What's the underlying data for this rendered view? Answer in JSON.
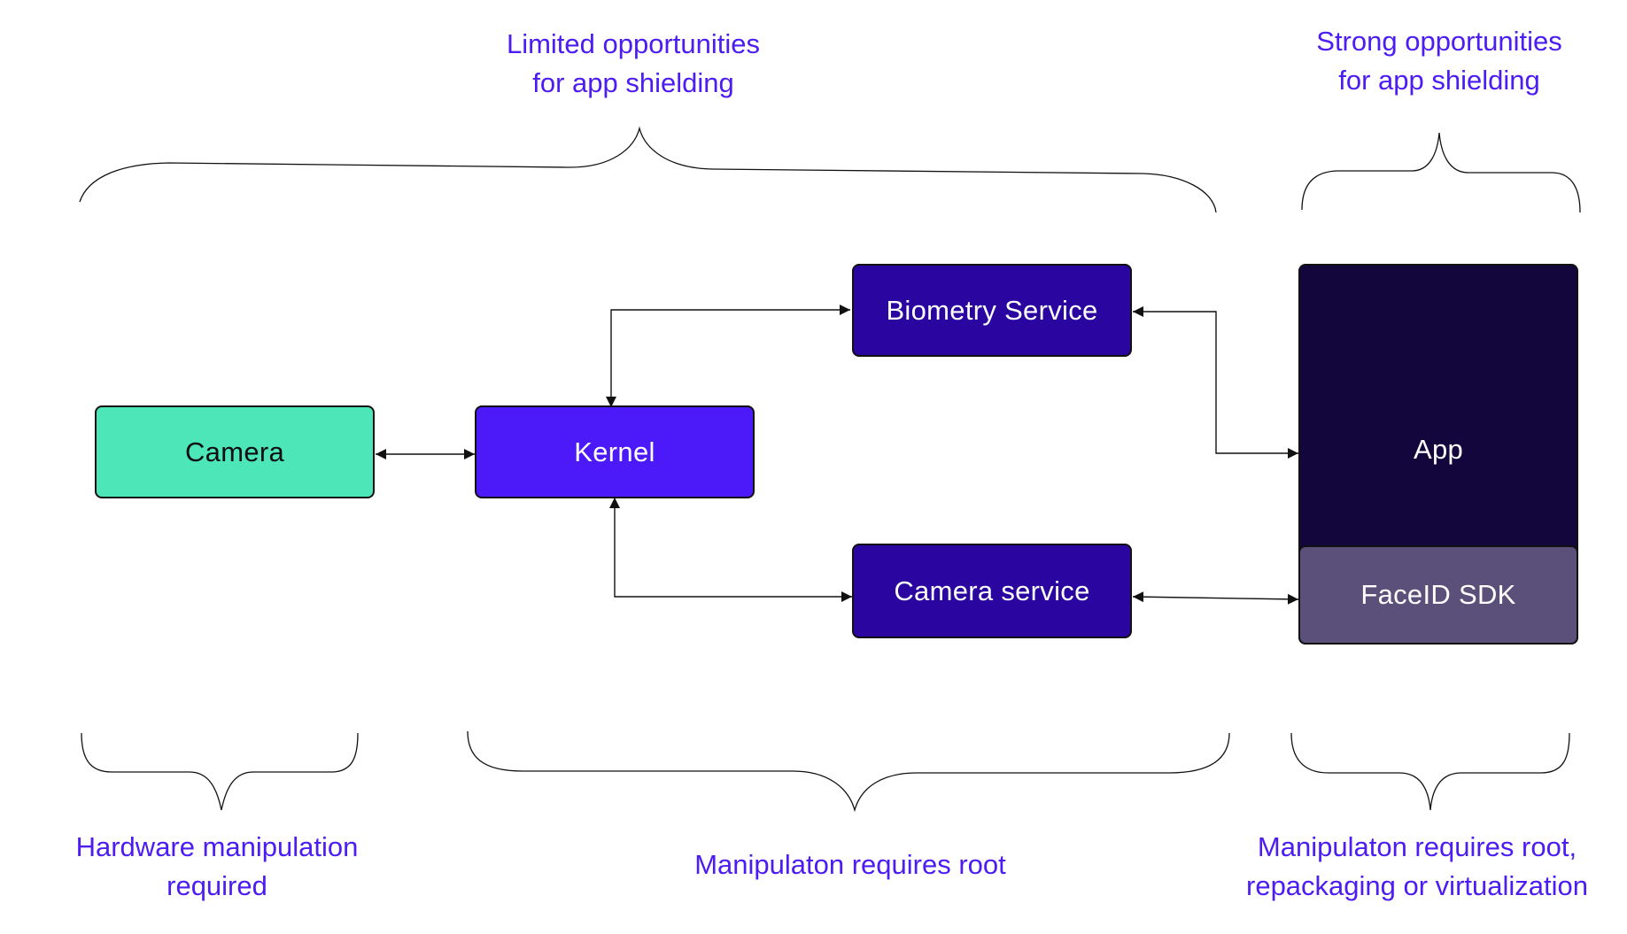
{
  "colors": {
    "caption": "#4c1cf2",
    "camera": "#4de6b9",
    "kernel": "#4c19f8",
    "service": "#2a05a0",
    "app": "#13063d",
    "sdk": "#5b5079",
    "line": "#111111"
  },
  "captions": {
    "top_left": {
      "line1": "Limited opportunities",
      "line2": "for app shielding"
    },
    "top_right": {
      "line1": "Strong opportunities",
      "line2": "for app shielding"
    },
    "bottom_left": {
      "line1": "Hardware manipulation",
      "line2": "required"
    },
    "bottom_middle": {
      "line1": "Manipulaton requires root"
    },
    "bottom_right": {
      "line1": "Manipulaton requires root,",
      "line2": "repackaging or virtualization"
    }
  },
  "nodes": {
    "camera": "Camera",
    "kernel": "Kernel",
    "biometry_service": "Biometry Service",
    "camera_service": "Camera service",
    "app": "App",
    "faceid_sdk": "FaceID SDK"
  }
}
